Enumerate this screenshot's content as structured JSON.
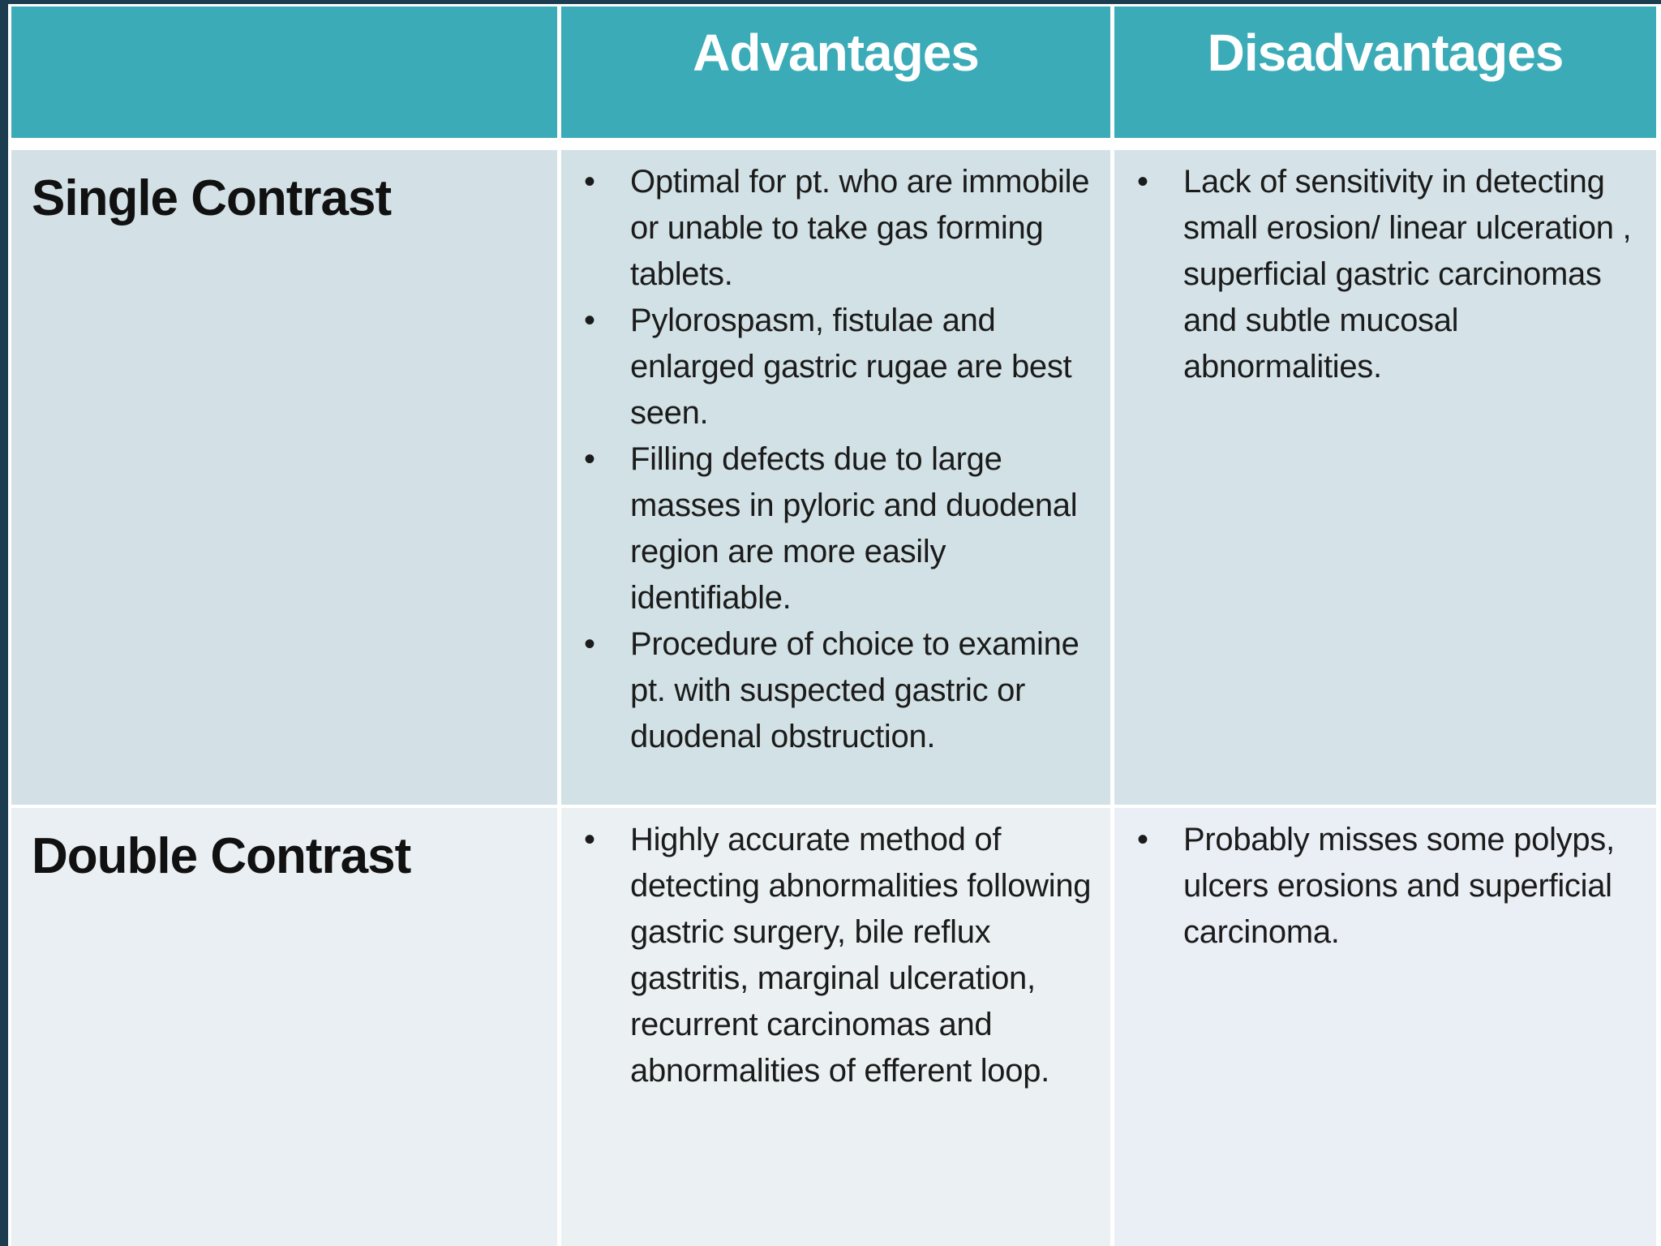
{
  "table": {
    "header": {
      "row_label_column": "",
      "advantages": "Advantages",
      "disadvantages": "Disadvantages"
    },
    "rows": [
      {
        "label": "Single Contrast",
        "advantages": [
          "Optimal for pt. who are immobile or unable to take gas forming tablets.",
          "Pylorospasm, fistulae and enlarged gastric rugae are best seen.",
          "Filling defects due to large masses in pyloric and duodenal region are more easily identifiable.",
          "Procedure of choice to examine pt. with suspected gastric or duodenal obstruction."
        ],
        "disadvantages": [
          "Lack of sensitivity in detecting small erosion/ linear ulceration , superficial gastric carcinomas and subtle mucosal abnormalities."
        ]
      },
      {
        "label": "Double Contrast",
        "advantages": [
          "Highly accurate method of detecting abnormalities following gastric surgery, bile reflux gastritis, marginal ulceration, recurrent carcinomas and abnormalities of efferent loop."
        ],
        "disadvantages": [
          "Probably misses some polyps, ulcers erosions and superficial carcinoma."
        ]
      }
    ],
    "bullet_char": "•"
  },
  "colors": {
    "header_teal": "#3cabb8",
    "border_dark": "#1b3d4f",
    "row1_bg": "#d3e1e6",
    "row2_bg": "#eaf0f3",
    "gridline": "#ffffff",
    "header_text": "#ffffff",
    "body_text": "#1b1b1b"
  }
}
